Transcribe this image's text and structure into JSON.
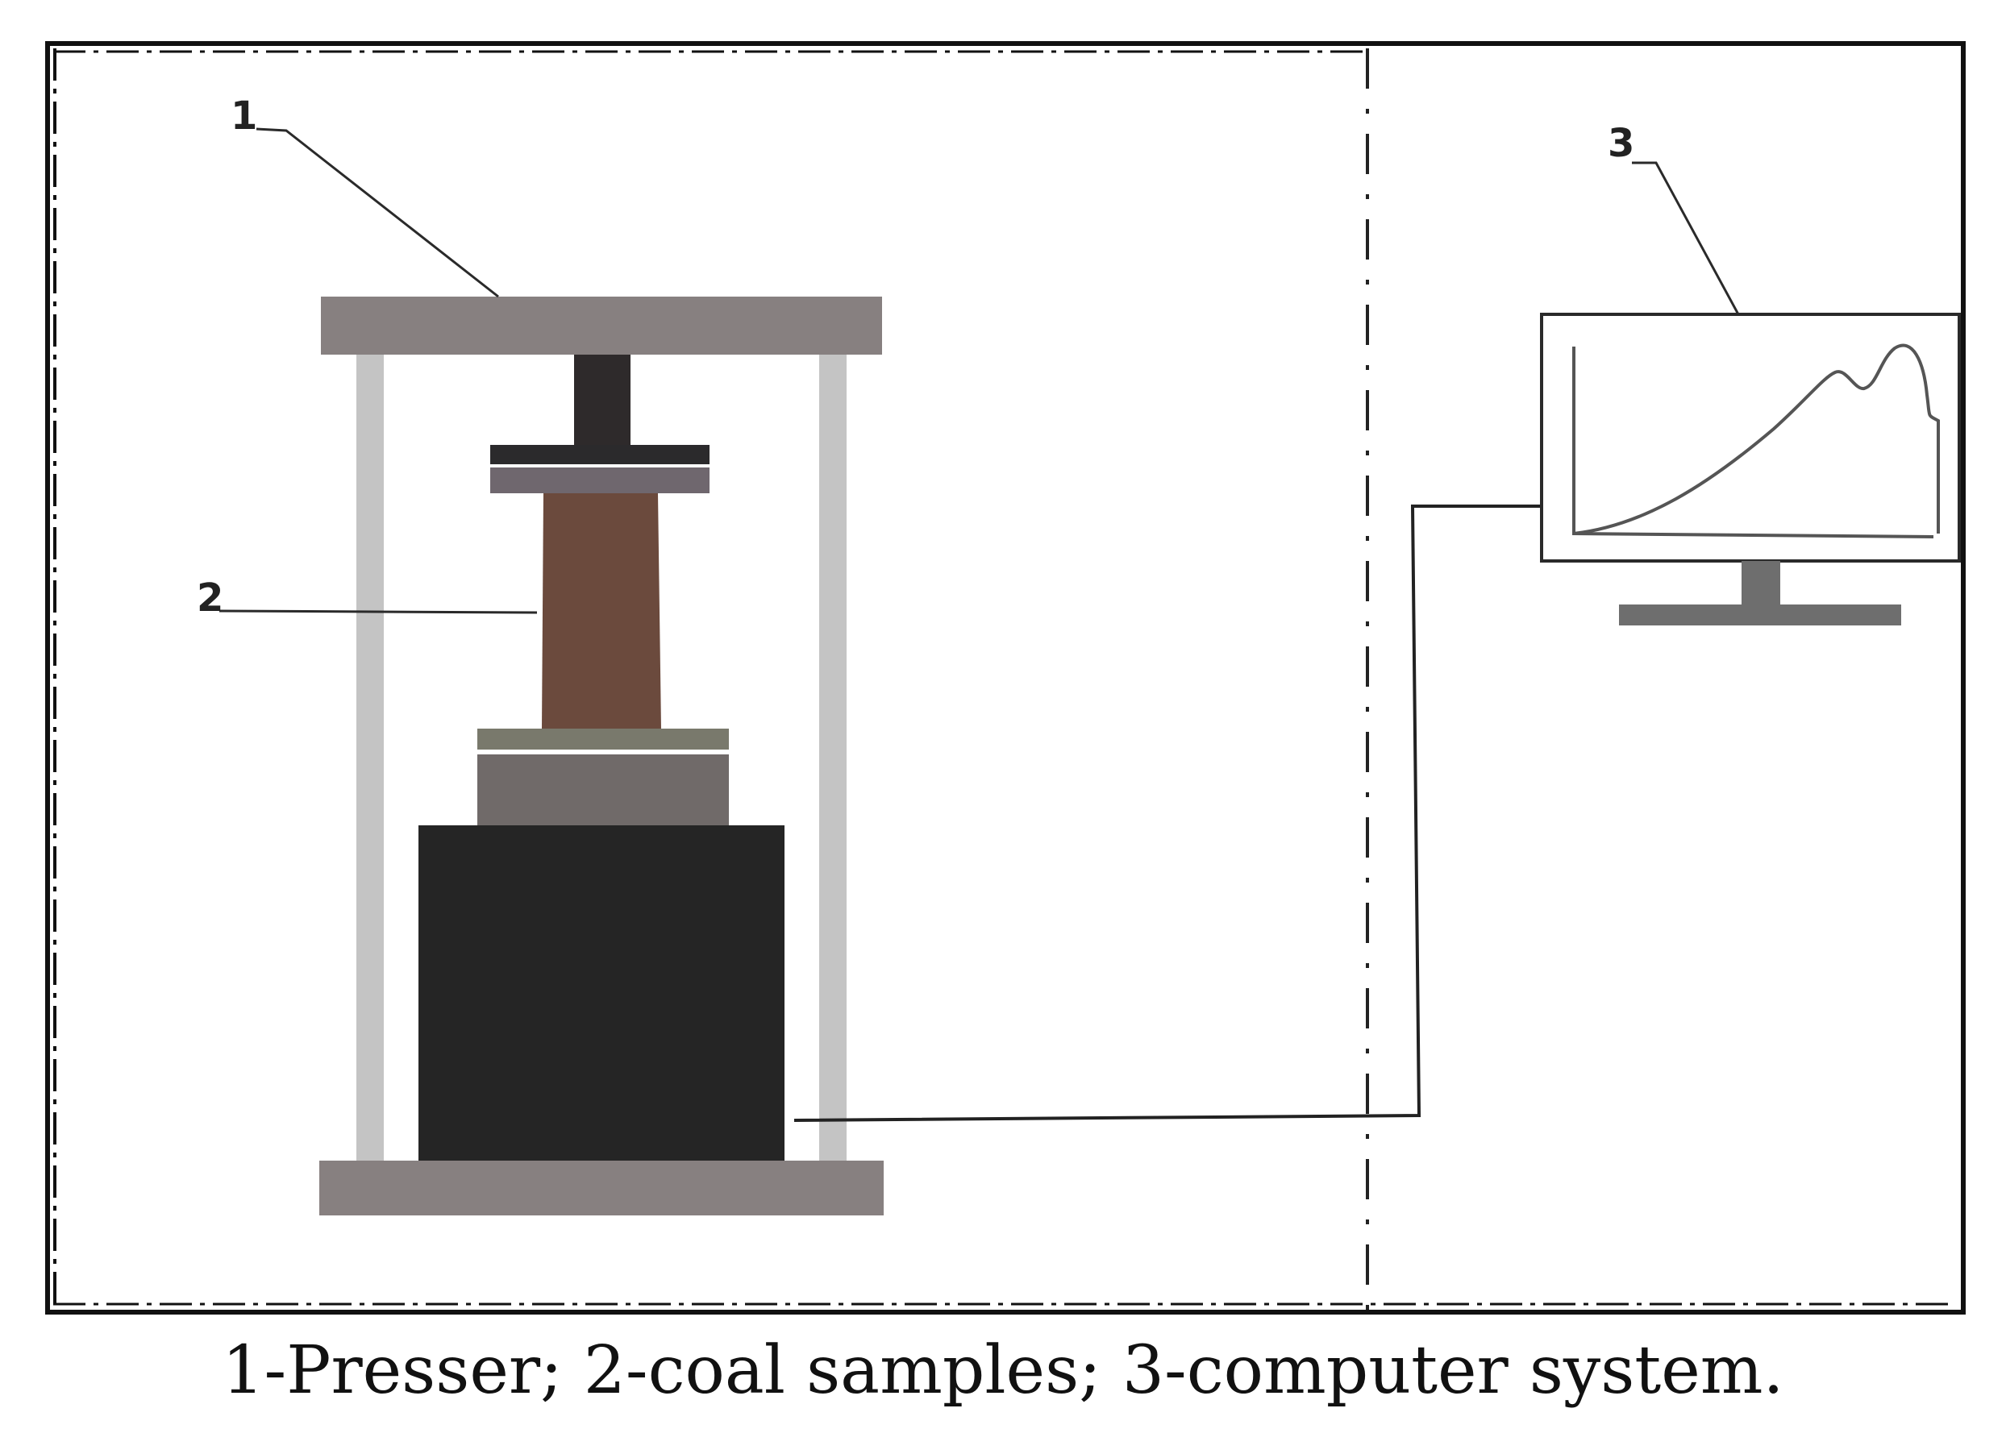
{
  "figure": {
    "labels": {
      "presser": "1",
      "coal_sample": "2",
      "computer": "3"
    },
    "colors": {
      "frame_plate": "#878080",
      "column": "#c4c4c4",
      "ram": "#2e2a2b",
      "platen_dark": "#2b2a2c",
      "platen_light": "#6f676e",
      "coal_sample": "#6b4a3d",
      "lower_pad": "#79796c",
      "lower_block": "#706a69",
      "base_block": "#252525",
      "monitor_stand": "#6e6e6e",
      "border": "#111111"
    }
  },
  "caption": "1-Presser; 2-coal samples; 3-computer system."
}
